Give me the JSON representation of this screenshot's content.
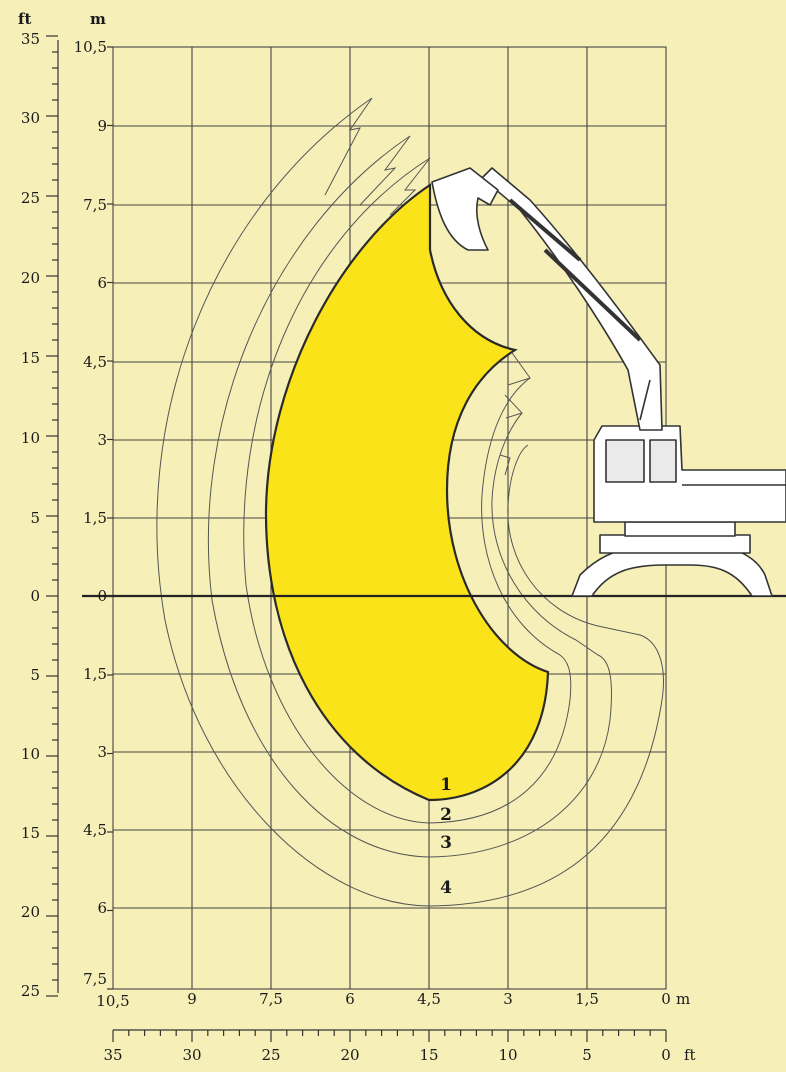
{
  "diagram": {
    "left_unit_ft": "ft",
    "left_unit_m": "m",
    "bottom_unit_m": "m",
    "bottom_unit_ft": "ft",
    "ft_labels_left": [
      "35",
      "30",
      "25",
      "20",
      "15",
      "10",
      "5",
      "0",
      "5",
      "10",
      "15",
      "20",
      "25"
    ],
    "m_labels_left": [
      "10,5",
      "9",
      "7,5",
      "6",
      "4,5",
      "3",
      "1,5",
      "0",
      "1,5",
      "3",
      "4,5",
      "6",
      "7,5"
    ],
    "m_labels_bottom": [
      "10,5",
      "9",
      "7,5",
      "6",
      "4,5",
      "3",
      "1,5",
      "0"
    ],
    "ft_labels_bottom": [
      "35",
      "30",
      "25",
      "20",
      "15",
      "10",
      "5",
      "0"
    ],
    "curve_labels": [
      "1",
      "2",
      "3",
      "4"
    ],
    "colors": {
      "background": "#f6f0b8",
      "fill_region": "#fbe31a",
      "grid": "#444444",
      "curves": "#555555"
    }
  }
}
